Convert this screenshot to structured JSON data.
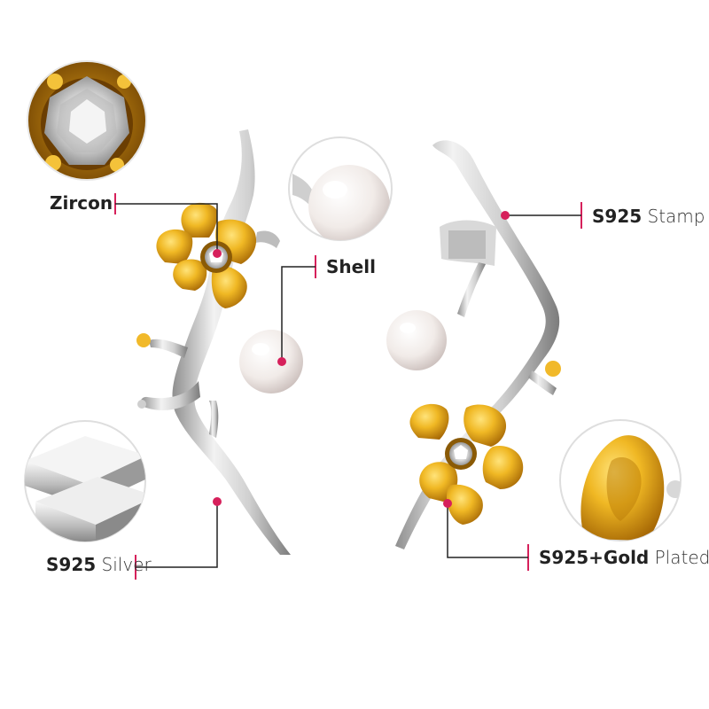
{
  "callouts": {
    "zircon": {
      "name": "Zircon"
    },
    "shell": {
      "name": "Shell"
    },
    "silver": {
      "name": "S925",
      "suffix": "Silver"
    },
    "stamp": {
      "name": "S925",
      "suffix": "Stamp"
    },
    "gold": {
      "name": "S925+Gold",
      "suffix": "Plated"
    }
  },
  "colors": {
    "accent_pink": "#d6205b",
    "leader_line": "#222222",
    "gold": "#e0a820",
    "silver": "#c9c9c9",
    "pearl": "#f4efed"
  },
  "icons": [
    "zircon-closeup",
    "pearl-closeup",
    "silver-bar-closeup",
    "gold-texture-closeup"
  ]
}
